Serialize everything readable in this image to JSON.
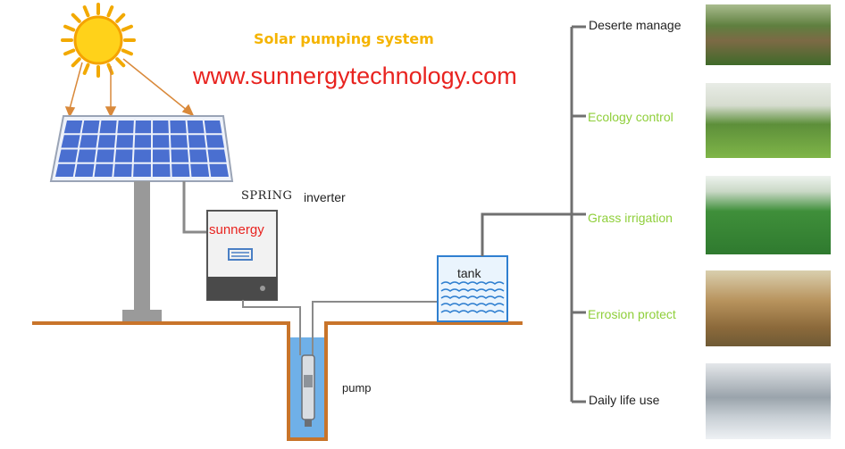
{
  "title": "Solar pumping system",
  "website": "www.sunnergytechnology.com",
  "inverter": {
    "brand": "SPRING",
    "label": "inverter",
    "logo_text": "sunnergy"
  },
  "tank_label": "tank",
  "pump_label": "pump",
  "applications": [
    {
      "label": "Deserte manage",
      "icon": "desert-hills-photo"
    },
    {
      "label": "Ecology control",
      "icon": "tree-nursery-photo"
    },
    {
      "label": "Grass irrigation",
      "icon": "sprinkler-field-photo"
    },
    {
      "label": "Errosion protect",
      "icon": "eroded-soil-photo"
    },
    {
      "label": "Daily life use",
      "icon": "water-tap-photo"
    }
  ],
  "colors": {
    "title": "#f5b400",
    "website": "#e8231f",
    "logo_text": "#e8231f",
    "application_text_green": "#8fcf3a",
    "application_text_dark": "#222222",
    "ground": "#c8742a",
    "pipe": "#707070",
    "sun": "#ffd21a",
    "sun_arrow": "#d9893a",
    "panel_cell": "#4a6fd0",
    "water": "#2f7fd0"
  }
}
